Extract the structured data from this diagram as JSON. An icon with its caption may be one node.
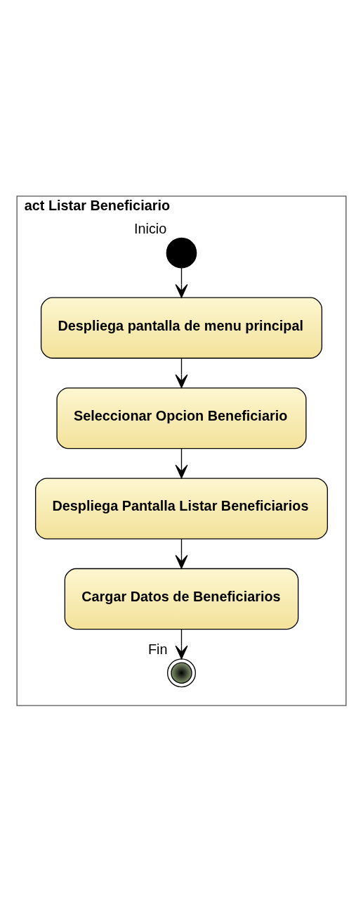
{
  "diagram": {
    "nodes": [
      {
        "text": [
          "act Listar Beneficiario"
        ]
      },
      {
        "text": [],
        "shape": "circle",
        "beside": [
          "Inicio"
        ],
        "in": 0
      },
      {
        "text": [
          "Despliega pantalla de menu principal"
        ],
        "in": 0
      },
      {
        "text": [
          "Seleccionar Opcion Beneficiario"
        ],
        "in": 0
      },
      {
        "text": [
          "Despliega Pantalla Listar Beneficiarios"
        ],
        "in": 0
      },
      {
        "text": [
          "Cargar Datos de Beneficiarios"
        ],
        "in": 0
      },
      {
        "text": [],
        "shape": "circle",
        "beside": [
          "Fin"
        ],
        "in": 0
      }
    ],
    "edges": [
      {
        "from": 1,
        "to": 2,
        "arrow": "to"
      },
      {
        "from": 2,
        "to": 3,
        "arrow": "to"
      },
      {
        "from": 3,
        "to": 4,
        "arrow": "to"
      },
      {
        "from": 4,
        "to": 5,
        "arrow": "to"
      },
      {
        "from": 5,
        "to": 6,
        "arrow": "to"
      }
    ]
  }
}
